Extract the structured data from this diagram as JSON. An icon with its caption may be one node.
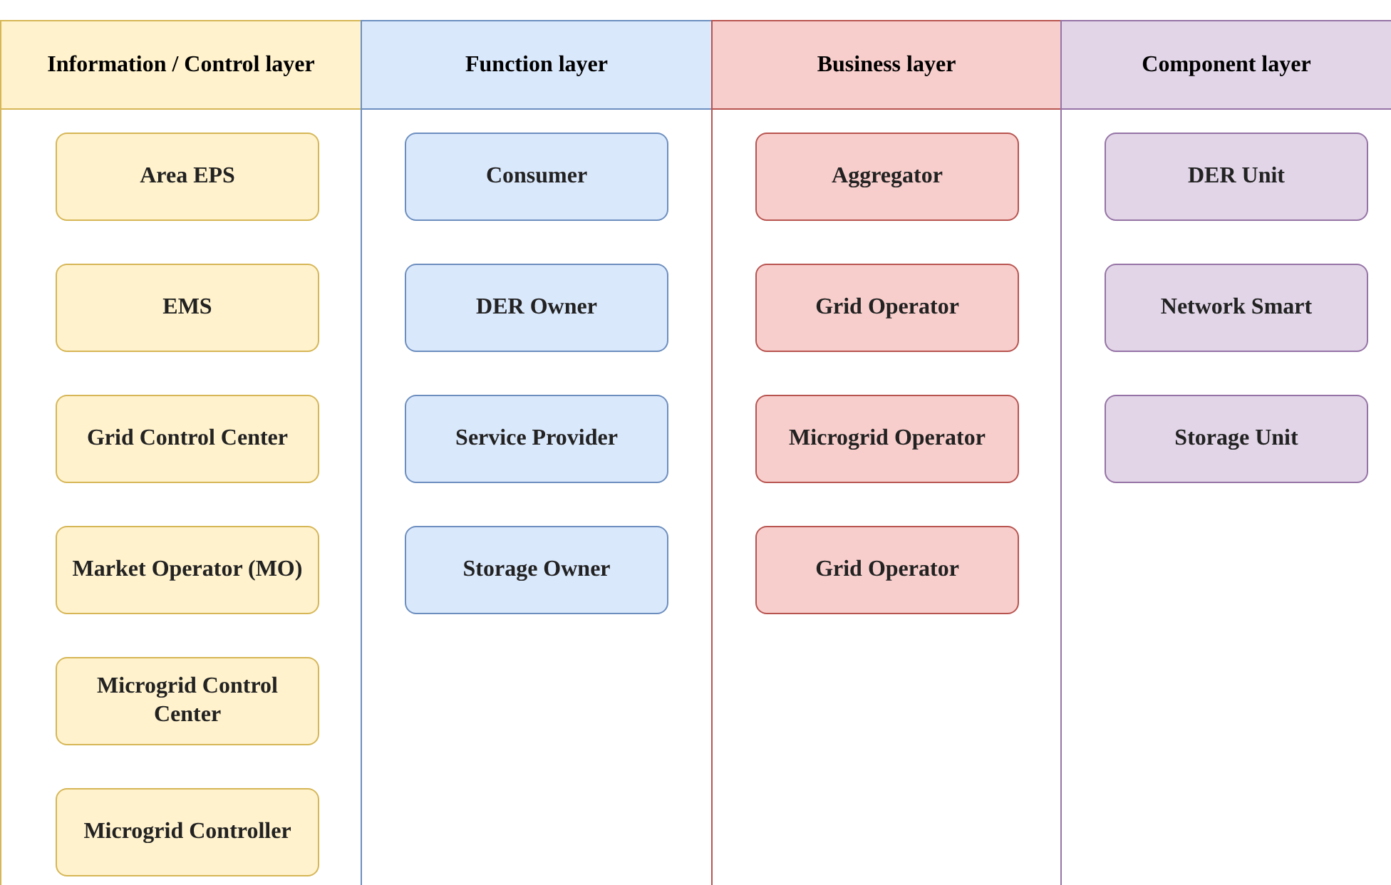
{
  "diagram": {
    "nodes": [
      {
        "text": [
          "Information / Control layer"
        ]
      },
      {
        "text": [
          "Area EPS"
        ],
        "in": 0
      },
      {
        "text": [
          "EMS"
        ],
        "in": 0
      },
      {
        "text": [
          "Grid Control Center"
        ],
        "in": 0
      },
      {
        "text": [
          "Market Operator (MO)"
        ],
        "in": 0
      },
      {
        "text": [
          "Microgrid Control Center"
        ],
        "in": 0
      },
      {
        "text": [
          "Microgrid Controller"
        ],
        "in": 0
      },
      {
        "text": [
          "Function layer"
        ]
      },
      {
        "text": [
          "Consumer"
        ],
        "in": 7
      },
      {
        "text": [
          "DER Owner"
        ],
        "in": 7
      },
      {
        "text": [
          "Service Provider"
        ],
        "in": 7
      },
      {
        "text": [
          "Storage Owner"
        ],
        "in": 7
      },
      {
        "text": [
          "Business layer"
        ]
      },
      {
        "text": [
          "Aggregator"
        ],
        "in": 12
      },
      {
        "text": [
          "Grid Operator"
        ],
        "in": 12
      },
      {
        "text": [
          "Microgrid Operator"
        ],
        "in": 12
      },
      {
        "text": [
          "Grid Operator"
        ],
        "in": 12
      },
      {
        "text": [
          "Component layer"
        ]
      },
      {
        "text": [
          "DER Unit"
        ],
        "in": 17
      },
      {
        "text": [
          "Network Smart"
        ],
        "in": 17
      },
      {
        "text": [
          "Storage Unit"
        ],
        "in": 17
      }
    ],
    "edges": []
  }
}
